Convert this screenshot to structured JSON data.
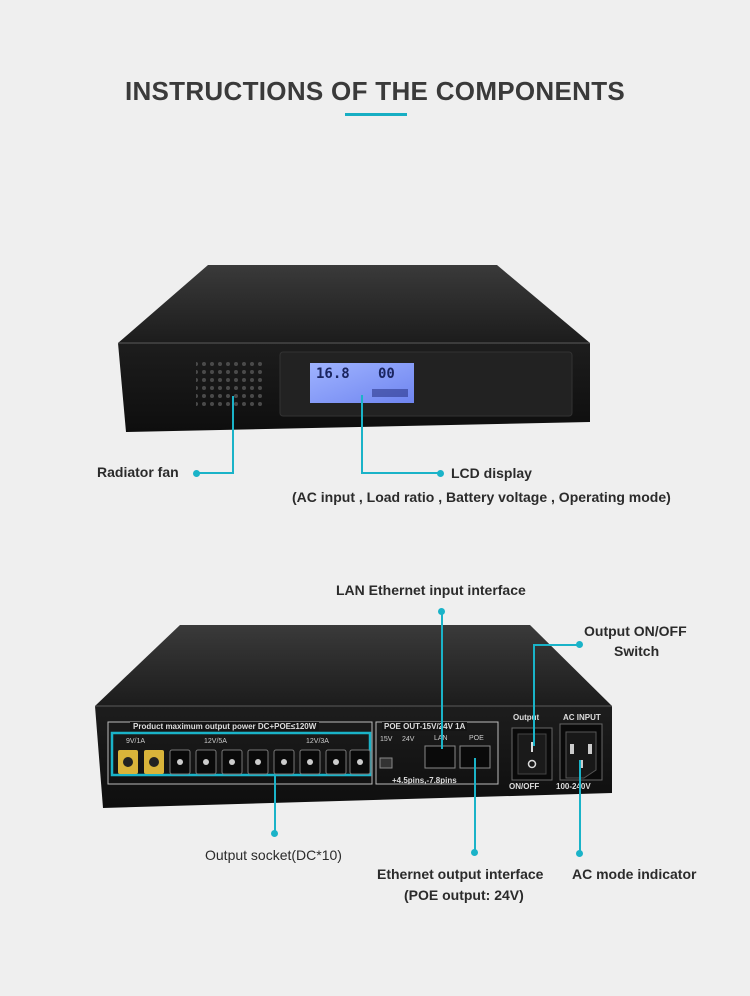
{
  "header": {
    "title": "INSTRUCTIONS OF THE COMPONENTS"
  },
  "front": {
    "lcd_reading_left": "16.8",
    "lcd_reading_right": "00",
    "labels": {
      "radiator_fan": "Radiator fan",
      "lcd_display": "LCD display",
      "lcd_details": "(AC input , Load ratio , Battery voltage , Operating mode)"
    }
  },
  "rear": {
    "panel_text": {
      "max_power": "Product maximum output power DC+POE≤120W",
      "group_9v": "9V/1A",
      "group_12v_5a": "12V/5A",
      "group_12v_3a": "12V/3A",
      "poe_out": "POE OUT-15V/24V 1A",
      "v15": "15V",
      "v24": "24V",
      "lan": "LAN",
      "poe": "POE",
      "pins": "+4.5pins,-7.8pins",
      "output": "Output",
      "ac_input": "AC INPUT",
      "on_off": "ON/OFF",
      "voltage_range": "100-240V"
    },
    "labels": {
      "lan_input": "LAN Ethernet input interface",
      "switch_line1": "Output ON/OFF",
      "switch_line2": "Switch",
      "output_socket": "Output socket(DC*10)",
      "ethernet_output_line1": "Ethernet output interface",
      "ethernet_output_line2": "(POE output: 24V)",
      "ac_mode": "AC mode indicator"
    }
  },
  "colors": {
    "accent": "#1ab3c8",
    "device_body": "#151515",
    "yellow_port": "#d9b43a"
  }
}
